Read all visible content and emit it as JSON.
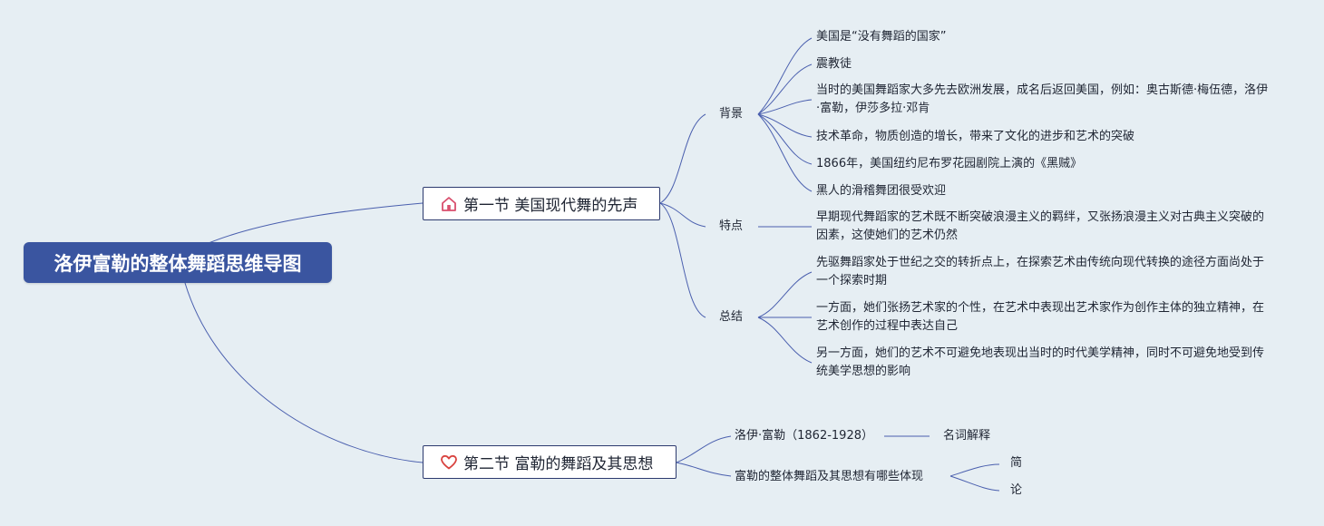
{
  "root": {
    "title": "洛伊富勒的整体舞蹈思维导图"
  },
  "sections": [
    {
      "title": "第一节 美国现代舞的先声",
      "icon": "home-icon",
      "icon_color": "#d94f6d",
      "groups": [
        {
          "label": "背景",
          "items": [
            "美国是“没有舞蹈的国家”",
            "震教徒",
            "当时的美国舞蹈家大多先去欧洲发展，成名后返回美国，例如：奥古斯德·梅伍德，洛伊·富勒，伊莎多拉·邓肯",
            "技术革命，物质创造的增长，带来了文化的进步和艺术的突破",
            "1866年，美国纽约尼布罗花园剧院上演的《黑贼》",
            "黑人的滑稽舞团很受欢迎"
          ]
        },
        {
          "label": "特点",
          "items": [
            "早期现代舞蹈家的艺术既不断突破浪漫主义的羁绊，又张扬浪漫主义对古典主义突破的因素，这使她们的艺术仍然"
          ]
        },
        {
          "label": "总结",
          "items": [
            "先驱舞蹈家处于世纪之交的转折点上，在探索艺术由传统向现代转换的途径方面尚处于一个探索时期",
            "一方面，她们张扬艺术家的个性，在艺术中表现出艺术家作为创作主体的独立精神，在艺术创作的过程中表达自己",
            "另一方面，她们的艺术不可避免地表现出当时的时代美学精神，同时不可避免地受到传统美学思想的影响"
          ]
        }
      ]
    },
    {
      "title": "第二节 富勒的舞蹈及其思想",
      "icon": "heart-icon",
      "icon_color": "#d9433f",
      "groups": [
        {
          "label": "洛伊·富勒（1862-1928）",
          "items": [
            "名词解释"
          ]
        },
        {
          "label": "富勒的整体舞蹈及其思想有哪些体现",
          "items": [
            "简",
            "论"
          ]
        }
      ]
    }
  ],
  "colors": {
    "background": "#e6eef3",
    "root_fill": "#3a55a0",
    "connector": "#4a5fae",
    "section_border": "#2c3a6e"
  }
}
